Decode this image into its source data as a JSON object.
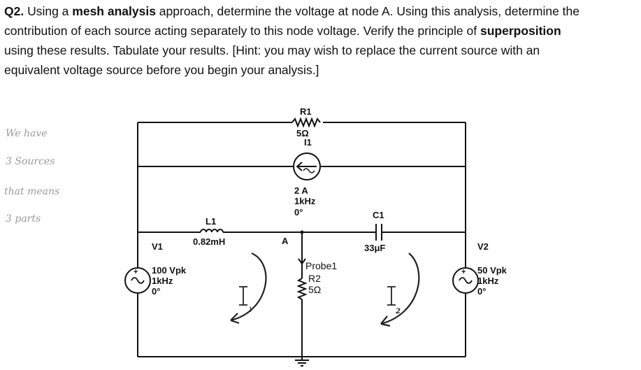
{
  "question": {
    "number": "Q2.",
    "line1_a": " Using a ",
    "line1_bold": "mesh analysis",
    "line1_b": " approach, determine the voltage at node A. Using this analysis, determine the",
    "line2_a": "contribution of each source acting separately to this node voltage. Verify the principle of ",
    "line2_bold": "superposition",
    "line3": "using these results. Tabulate your results. [Hint: you may wish to replace the current source with an",
    "line4": "equivalent voltage source before you begin your analysis.]"
  },
  "handwritten_notes": {
    "line1": "We  have",
    "line2": "3  Sources",
    "line3": "that  means",
    "line4": "3  parts",
    "mesh1_label": "I",
    "mesh1_sub": "1",
    "mesh2_label": "I",
    "mesh2_sub": "2"
  },
  "circuit": {
    "r1": {
      "name": "R1",
      "value": "5Ω"
    },
    "i1": {
      "name": "I1",
      "amplitude": "2 A",
      "freq": "1kHz",
      "phase": "0°"
    },
    "l1": {
      "name": "L1",
      "value": "0.82mH"
    },
    "node_a": "A",
    "c1": {
      "name": "C1",
      "value": "33μF"
    },
    "v1": {
      "name": "V1",
      "amplitude": "100 Vpk",
      "freq": "1kHz",
      "phase": "0°"
    },
    "v2": {
      "name": "V2",
      "amplitude": "50 Vpk",
      "freq": "1kHz",
      "phase": "0°"
    },
    "probe": "Probe1",
    "r2": {
      "name": "R2",
      "value": "5Ω"
    }
  }
}
